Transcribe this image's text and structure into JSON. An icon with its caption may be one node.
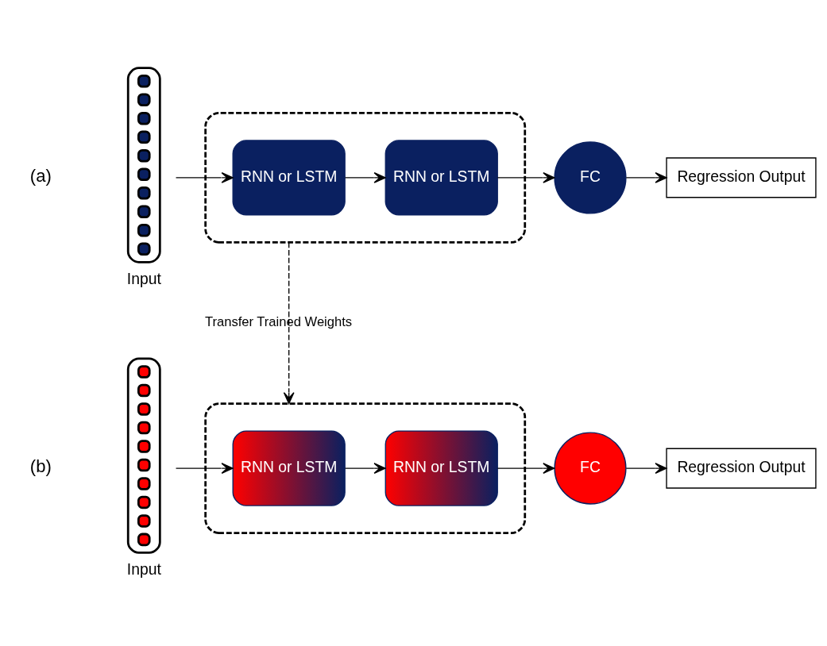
{
  "diagram": {
    "nodes": [
      {
        "text": [],
        "shape": "bar",
        "beside": [
          "Input"
        ]
      },
      {
        "text": [],
        "shape": "box"
      },
      {
        "text": [
          "RNN or LSTM"
        ],
        "in": 1
      },
      {
        "text": [
          "RNN or LSTM"
        ],
        "in": 1
      },
      {
        "text": [
          "FC"
        ]
      },
      {
        "text": [
          "Regression Output"
        ]
      },
      {
        "text": [],
        "shape": "bar",
        "beside": [
          "Input"
        ]
      },
      {
        "text": [],
        "shape": "box"
      },
      {
        "text": [
          "RNN or LSTM"
        ],
        "in": 7
      },
      {
        "text": [
          "RNN or LSTM"
        ],
        "in": 7
      },
      {
        "text": [
          "FC"
        ]
      },
      {
        "text": [
          "Regression Output"
        ]
      }
    ],
    "edges": [
      {
        "from": 0,
        "to": 2,
        "arrow": "to"
      },
      {
        "from": 2,
        "to": 3,
        "arrow": "to"
      },
      {
        "from": 3,
        "to": 4,
        "arrow": "to"
      },
      {
        "from": 4,
        "to": 5,
        "arrow": "to"
      },
      {
        "from": 1,
        "to": 7,
        "arrow": "to",
        "style": "dashed",
        "label": "Transfer Trained Weights"
      },
      {
        "from": 6,
        "to": 8,
        "arrow": "to"
      },
      {
        "from": 8,
        "to": 9,
        "arrow": "to"
      },
      {
        "from": 9,
        "to": 10,
        "arrow": "to"
      },
      {
        "from": 10,
        "to": 11,
        "arrow": "to"
      }
    ],
    "labels": [
      "(a)",
      "(b)"
    ]
  }
}
